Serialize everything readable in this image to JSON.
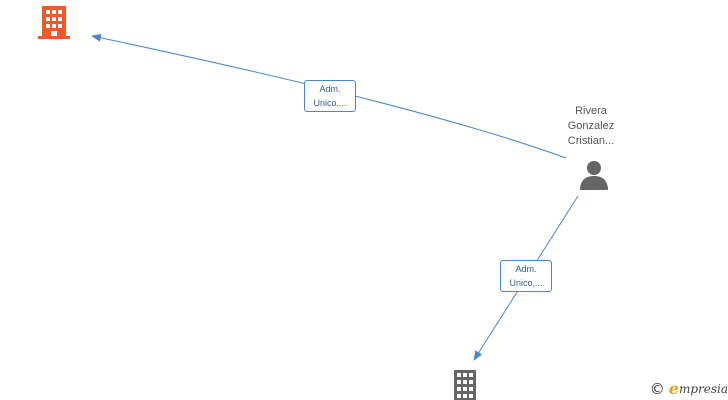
{
  "colors": {
    "edge": "#4a86c8",
    "company_primary": "#f05a28",
    "company_secondary": "#666666",
    "person": "#666666",
    "brand_accent": "#e8a317"
  },
  "nodes": {
    "company_top": {
      "icon": "building-icon",
      "color": "#f05a28"
    },
    "company_bottom": {
      "icon": "building-icon",
      "color": "#666666"
    },
    "person": {
      "icon": "person-icon",
      "name_lines": [
        "Rivera",
        "Gonzalez",
        "Cristian..."
      ]
    }
  },
  "edges": [
    {
      "from": "person",
      "to": "company_top",
      "label_lines": [
        "Adm.",
        "Unico,..."
      ]
    },
    {
      "from": "person",
      "to": "company_bottom",
      "label_lines": [
        "Adm.",
        "Unico,..."
      ]
    }
  ],
  "branding": {
    "copyright": "©",
    "initial": "e",
    "rest": "mpresia"
  }
}
